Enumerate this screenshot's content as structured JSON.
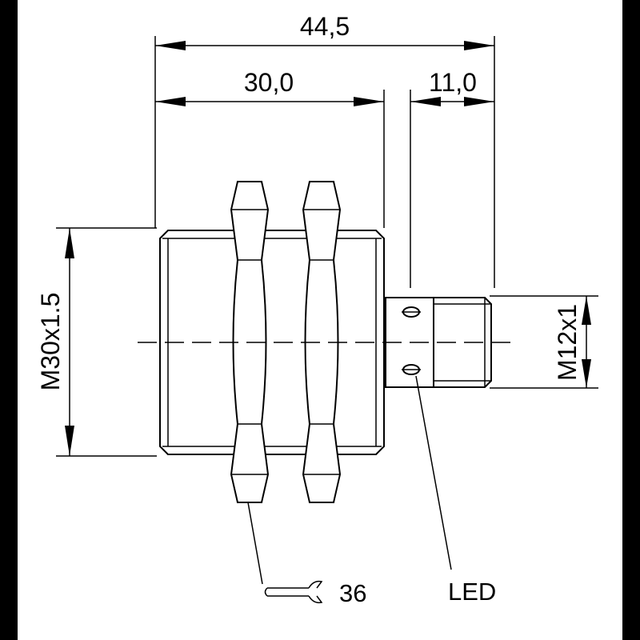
{
  "drawing": {
    "dim_total_length": "44,5",
    "dim_thread_length": "30,0",
    "dim_connector_length": "11,0",
    "dim_thread_size": "M30x1.5",
    "dim_connector_size": "M12x1",
    "wrench_size": "36",
    "led_label": "LED",
    "icons": {
      "wrench": "open-end-wrench-icon"
    },
    "colors": {
      "background": "#000000",
      "sheet": "#ffffff",
      "line": "#000000"
    }
  }
}
